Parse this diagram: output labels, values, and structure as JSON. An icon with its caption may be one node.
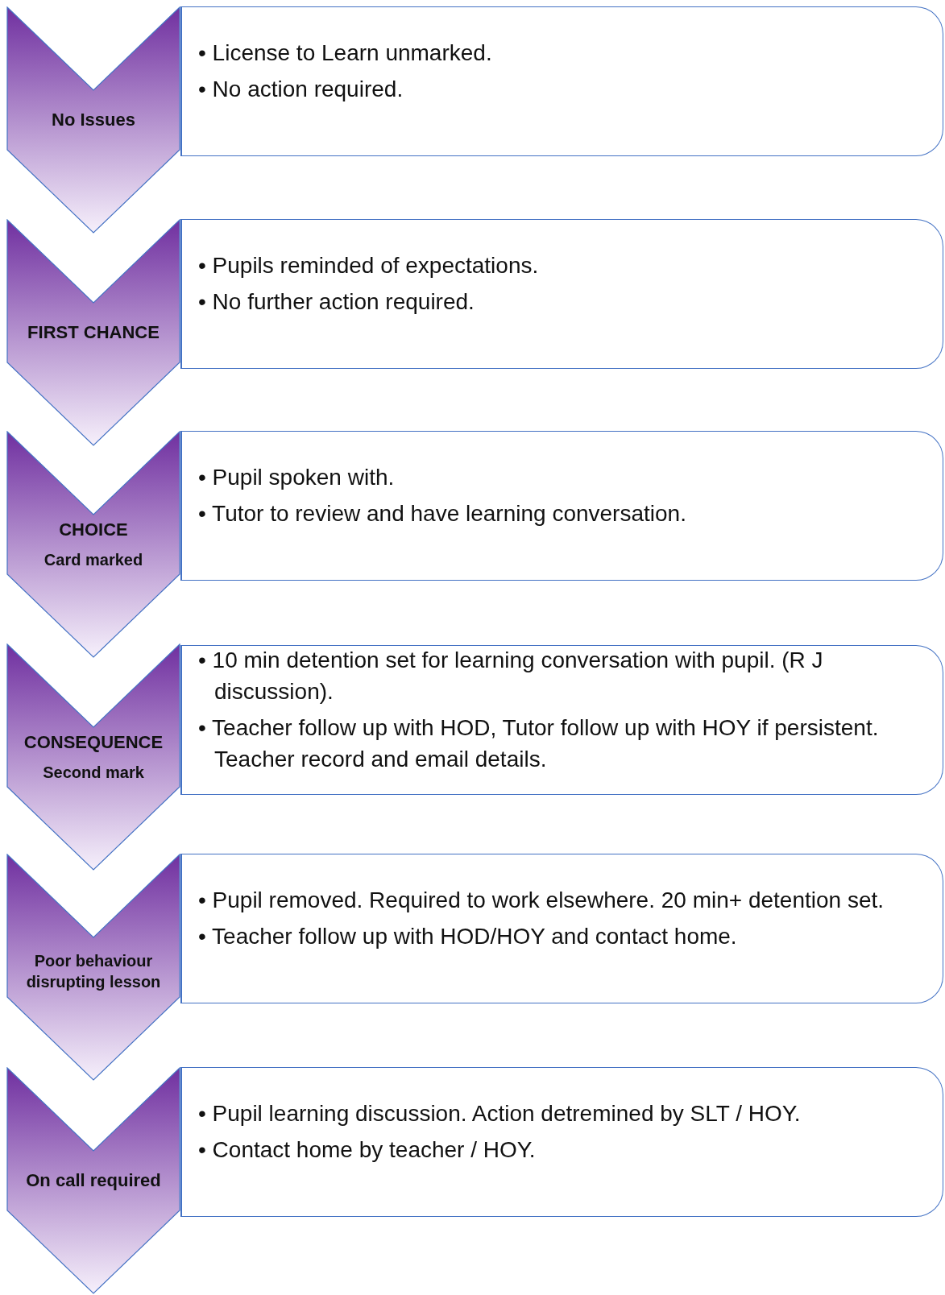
{
  "diagram": {
    "nodes": [
      {
        "text": [
          "No Issues"
        ]
      },
      {
        "text": [
          "• License to Learn unmarked.",
          "• No action required."
        ]
      },
      {
        "text": [
          "FIRST CHANCE"
        ]
      },
      {
        "text": [
          "• Pupils reminded of expectations.",
          "• No further action required."
        ]
      },
      {
        "text": [
          "CHOICE",
          "Card marked"
        ]
      },
      {
        "text": [
          "• Pupil spoken with.",
          "• Tutor to review and have learning conversation."
        ]
      },
      {
        "text": [
          "CONSEQUENCE",
          "Second mark"
        ]
      },
      {
        "text": [
          "• 10 min detention set for learning conversation with pupil. (R J discussion).",
          "• Teacher follow up with HOD, Tutor follow up with HOY if persistent. Teacher record and email details."
        ]
      },
      {
        "text": [
          "Poor behaviour disrupting lesson"
        ]
      },
      {
        "text": [
          "• Pupil removed. Required to work elsewhere. 20 min+ detention set.",
          "• Teacher follow up with HOD/HOY and contact home."
        ]
      },
      {
        "text": [
          "On call required"
        ]
      },
      {
        "text": [
          "• Pupil learning discussion. Action detremined by SLT / HOY.",
          "• Contact home by teacher / HOY."
        ]
      }
    ]
  }
}
